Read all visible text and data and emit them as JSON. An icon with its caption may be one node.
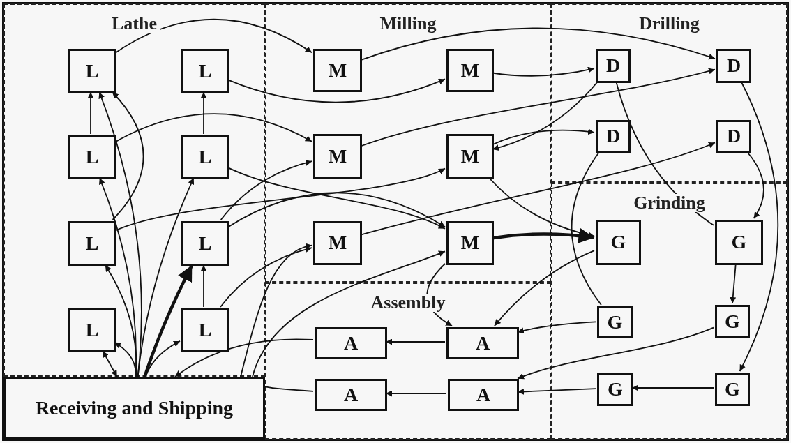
{
  "diagram": {
    "nodes": [
      {
        "text": [
          "Lathe"
        ]
      },
      {
        "text": [
          "L"
        ],
        "in": 0
      },
      {
        "text": [
          "L"
        ],
        "in": 0
      },
      {
        "text": [
          "L"
        ],
        "in": 0
      },
      {
        "text": [
          "L"
        ],
        "in": 0
      },
      {
        "text": [
          "L"
        ],
        "in": 0
      },
      {
        "text": [
          "L"
        ],
        "in": 0
      },
      {
        "text": [
          "L"
        ],
        "in": 0
      },
      {
        "text": [
          "L"
        ],
        "in": 0
      },
      {
        "text": [
          "Milling"
        ]
      },
      {
        "text": [
          "M"
        ],
        "in": 9
      },
      {
        "text": [
          "M"
        ],
        "in": 9
      },
      {
        "text": [
          "M"
        ],
        "in": 9
      },
      {
        "text": [
          "M"
        ],
        "in": 9
      },
      {
        "text": [
          "M"
        ],
        "in": 9
      },
      {
        "text": [
          "M"
        ],
        "in": 9
      },
      {
        "text": [
          "Drilling"
        ]
      },
      {
        "text": [
          "D"
        ],
        "in": 16
      },
      {
        "text": [
          "D"
        ],
        "in": 16
      },
      {
        "text": [
          "D"
        ],
        "in": 16
      },
      {
        "text": [
          "D"
        ],
        "in": 16
      },
      {
        "text": [
          "Grinding"
        ]
      },
      {
        "text": [
          "G"
        ],
        "in": 21
      },
      {
        "text": [
          "G"
        ],
        "in": 21
      },
      {
        "text": [
          "G"
        ],
        "in": 21
      },
      {
        "text": [
          "G"
        ],
        "in": 21
      },
      {
        "text": [
          "G"
        ],
        "in": 21
      },
      {
        "text": [
          "G"
        ],
        "in": 21
      },
      {
        "text": [
          "Assembly"
        ]
      },
      {
        "text": [
          "A"
        ],
        "in": 28
      },
      {
        "text": [
          "A"
        ],
        "in": 28
      },
      {
        "text": [
          "A"
        ],
        "in": 28
      },
      {
        "text": [
          "A"
        ],
        "in": 28
      },
      {
        "text": [
          "Receiving and Shipping"
        ]
      }
    ],
    "edges": [
      {
        "from": 1,
        "to": 10,
        "arrow": "to"
      },
      {
        "from": 2,
        "to": 11,
        "arrow": "to"
      },
      {
        "from": 3,
        "to": 1,
        "arrow": "to"
      },
      {
        "from": 4,
        "to": 2,
        "arrow": "to"
      },
      {
        "from": 3,
        "to": 12,
        "arrow": "to"
      },
      {
        "from": 5,
        "to": 1,
        "arrow": "to"
      },
      {
        "from": 4,
        "to": 15,
        "arrow": "to"
      },
      {
        "from": 5,
        "to": 13,
        "arrow": "to"
      },
      {
        "from": 6,
        "to": 12,
        "arrow": "to"
      },
      {
        "from": 6,
        "to": 15,
        "arrow": "to"
      },
      {
        "from": 8,
        "to": 6,
        "arrow": "to"
      },
      {
        "from": 8,
        "to": 14,
        "arrow": "to"
      },
      {
        "from": 33,
        "to": 1,
        "arrow": "to"
      },
      {
        "from": 33,
        "to": 3,
        "arrow": "to"
      },
      {
        "from": 33,
        "to": 4,
        "arrow": "to"
      },
      {
        "from": 33,
        "to": 5,
        "arrow": "to"
      },
      {
        "from": 33,
        "to": 6,
        "arrow": "to",
        "style": "thick"
      },
      {
        "from": 33,
        "to": 7,
        "arrow": "to"
      },
      {
        "from": 33,
        "to": 8,
        "arrow": "to"
      },
      {
        "from": 7,
        "to": 33,
        "arrow": "both"
      },
      {
        "from": 33,
        "to": 14,
        "arrow": "to"
      },
      {
        "from": 33,
        "to": 15,
        "arrow": "to"
      },
      {
        "from": 10,
        "to": 18,
        "arrow": "to"
      },
      {
        "from": 11,
        "to": 17,
        "arrow": "to"
      },
      {
        "from": 17,
        "to": 13,
        "arrow": "to"
      },
      {
        "from": 12,
        "to": 18,
        "arrow": "to"
      },
      {
        "from": 13,
        "to": 19,
        "arrow": "to"
      },
      {
        "from": 14,
        "to": 20,
        "arrow": "to"
      },
      {
        "from": 13,
        "to": 22,
        "arrow": "to"
      },
      {
        "from": 15,
        "to": 22,
        "arrow": "to",
        "style": "thick"
      },
      {
        "from": 15,
        "to": 30,
        "arrow": "to"
      },
      {
        "from": 17,
        "to": 23,
        "arrow": "none"
      },
      {
        "from": 18,
        "to": 27,
        "arrow": "to"
      },
      {
        "from": 20,
        "to": 23,
        "arrow": "to"
      },
      {
        "from": 19,
        "to": 24,
        "arrow": "none"
      },
      {
        "from": 22,
        "to": 30,
        "arrow": "to"
      },
      {
        "from": 24,
        "to": 30,
        "arrow": "to"
      },
      {
        "from": 25,
        "to": 32,
        "arrow": "to"
      },
      {
        "from": 26,
        "to": 32,
        "arrow": "to"
      },
      {
        "from": 27,
        "to": 26,
        "arrow": "to"
      },
      {
        "from": 23,
        "to": 25,
        "arrow": "to"
      },
      {
        "from": 30,
        "to": 29,
        "arrow": "to"
      },
      {
        "from": 32,
        "to": 31,
        "arrow": "to"
      },
      {
        "from": 29,
        "to": 33,
        "arrow": "to"
      },
      {
        "from": 31,
        "to": 33,
        "arrow": "to"
      }
    ]
  }
}
